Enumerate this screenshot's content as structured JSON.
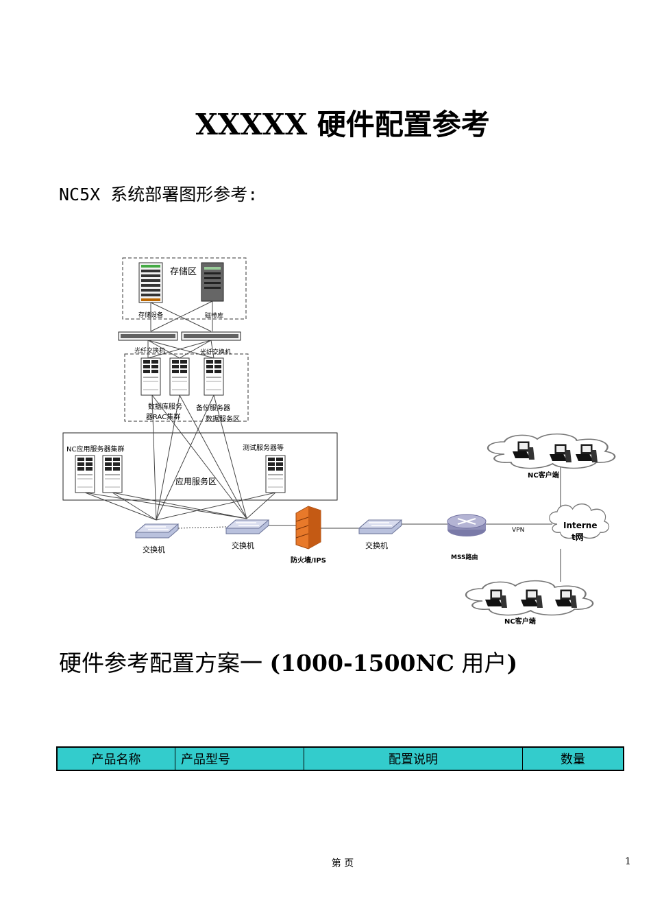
{
  "document": {
    "title": "XXXXX 硬件配置参考",
    "section_heading": "NC5X 系统部署图形参考:",
    "scheme_heading_a": "硬件参考配置方案一 ",
    "scheme_heading_b": "(1000-1500NC",
    "scheme_heading_c": " 用户",
    "scheme_heading_d": ")"
  },
  "diagram": {
    "storage_zone": "存储区",
    "storage_device": "存储设备",
    "tape_library": "磁带库",
    "fiber_switch_1": "光纤交换机",
    "fiber_switch_2": "光纤交换机",
    "db_server_1": "数据库服务",
    "db_server_2": "器RAC集群",
    "backup_server": "备份服务器",
    "data_service_zone": "数据服务区",
    "nc_app_cluster": "NC应用服务器集群",
    "test_servers": "测试服务器等",
    "app_service_zone": "应用服务区",
    "switch_1": "交换机",
    "switch_2": "交换机",
    "switch_3": "交换机",
    "firewall": "防火墙/IPS",
    "mss_router": "MSS路由",
    "vpn": "VPN",
    "internet_1": "Interne",
    "internet_2": "t网",
    "nc_client_top": "NC客户端",
    "nc_client_bottom": "NC客户端"
  },
  "table": {
    "headers": [
      "产品名称",
      "产品型号",
      "配置说明",
      "数量"
    ]
  },
  "footer": {
    "page_label": "第    页",
    "page_number": "1"
  },
  "colors": {
    "table_header": "#33cccc",
    "firewall": "#e8792a",
    "switch": "#9aa4c8",
    "router": "#8f8fb8"
  }
}
